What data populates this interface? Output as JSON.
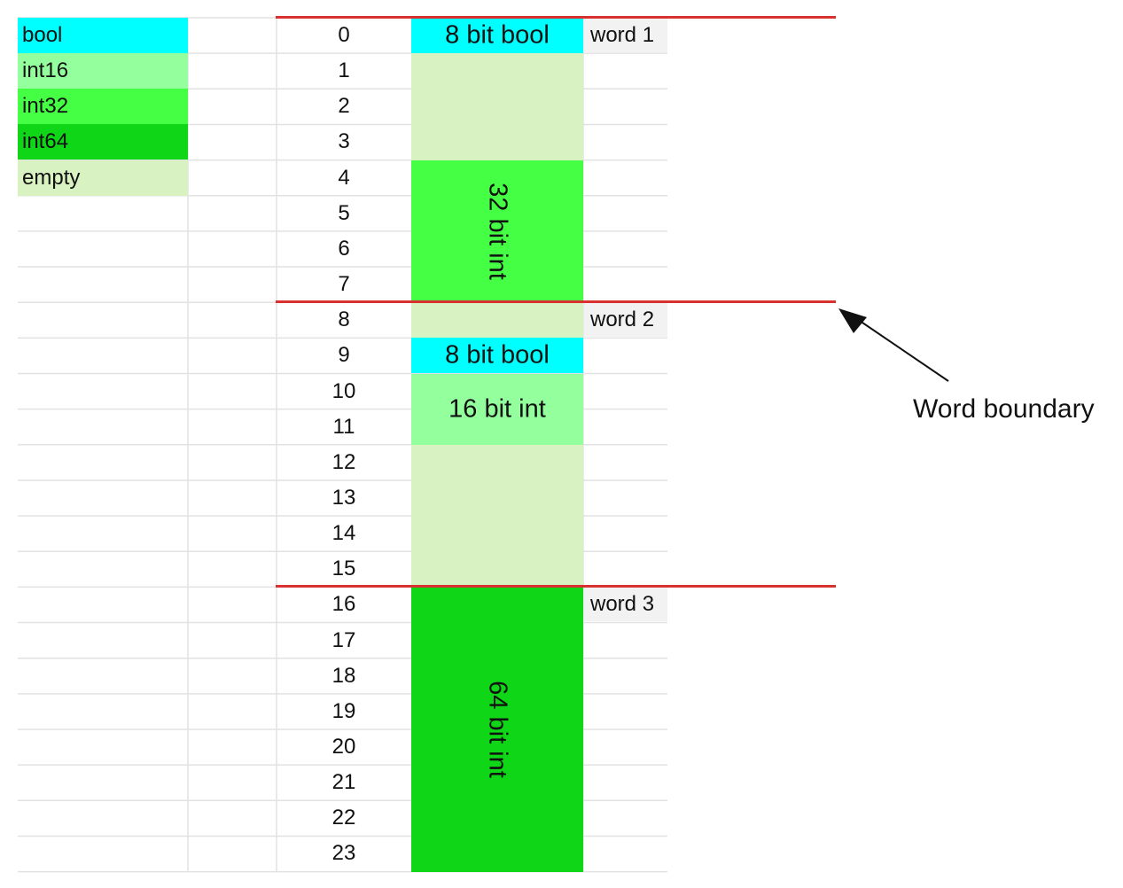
{
  "legend": [
    {
      "label": "bool",
      "color": "#00ffff"
    },
    {
      "label": "int16",
      "color": "#93ff9d"
    },
    {
      "label": "int32",
      "color": "#45ff45"
    },
    {
      "label": "int64",
      "color": "#0fd616"
    },
    {
      "label": "empty",
      "color": "#d9f2c2"
    }
  ],
  "offsets": [
    "0",
    "1",
    "2",
    "3",
    "4",
    "5",
    "6",
    "7",
    "8",
    "9",
    "10",
    "11",
    "12",
    "13",
    "14",
    "15",
    "16",
    "17",
    "18",
    "19",
    "20",
    "21",
    "22",
    "23"
  ],
  "blocks": [
    {
      "label": "8 bit bool",
      "type": "bool",
      "start": 0,
      "size": 1
    },
    {
      "label": "",
      "type": "empty",
      "start": 1,
      "size": 3
    },
    {
      "label": "32 bit int",
      "type": "int32",
      "start": 4,
      "size": 4
    },
    {
      "label": "",
      "type": "empty",
      "start": 8,
      "size": 1
    },
    {
      "label": "8 bit bool",
      "type": "bool",
      "start": 9,
      "size": 1
    },
    {
      "label": "16 bit int",
      "type": "int16",
      "start": 10,
      "size": 2
    },
    {
      "label": "",
      "type": "empty",
      "start": 12,
      "size": 4
    },
    {
      "label": "64 bit int",
      "type": "int64",
      "start": 16,
      "size": 8
    }
  ],
  "words": [
    {
      "label": "word 1",
      "start": 0
    },
    {
      "label": "word 2",
      "start": 8
    },
    {
      "label": "word 3",
      "start": 16
    }
  ],
  "annotation": {
    "label": "Word boundary"
  },
  "colors": {
    "boundary": "#d93030",
    "gridline": "#e2e2e2"
  }
}
